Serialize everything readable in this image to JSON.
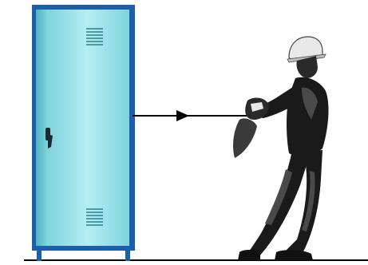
{
  "scene": {
    "objects": [
      "locker",
      "rope",
      "worker",
      "ground"
    ],
    "colors": {
      "locker_face": "#7fd3dc",
      "locker_highlight": "#b4eef3",
      "locker_shadow": "#4bb3c0",
      "locker_frame": "#1c5fa8",
      "vent": "#2e7f8c",
      "handle": "#1d2b30",
      "rope": "#000000",
      "ground": "#000000",
      "worker_dark": "#1a1a1a",
      "worker_mid": "#4a4a4a",
      "worker_light": "#e8e8e8"
    },
    "icons": {
      "locker": "locker-icon",
      "worker": "worker-pulling-icon",
      "arrow": "arrowhead-icon"
    }
  }
}
